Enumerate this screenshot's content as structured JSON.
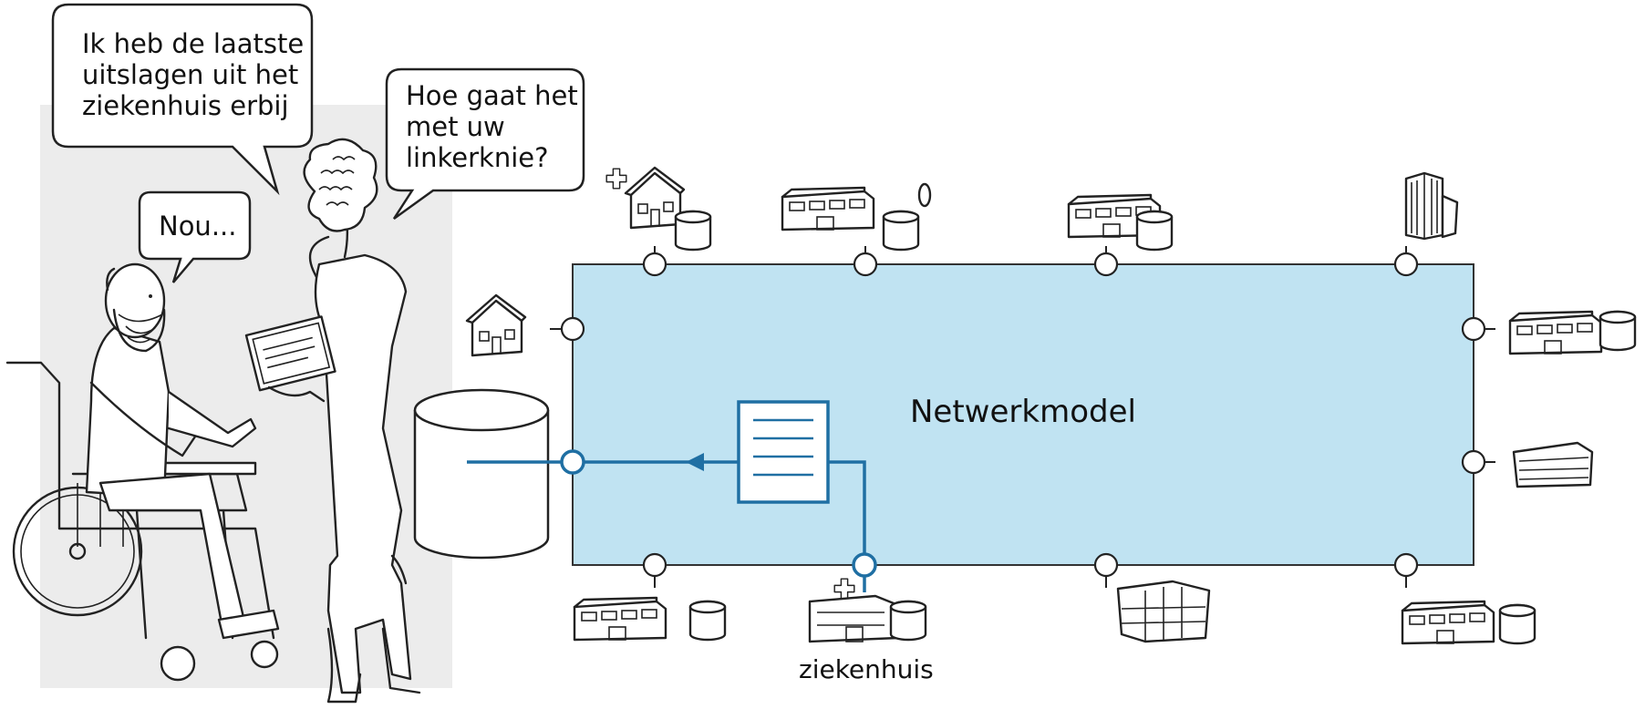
{
  "speech": {
    "patient_lines": [
      "Nou..."
    ],
    "relative_lines": [
      "Ik heb de laatste",
      "uitslagen uit het",
      "ziekenhuis erbij"
    ],
    "doctor_lines": [
      "Hoe gaat het",
      "met uw",
      "linkerknie?"
    ]
  },
  "network": {
    "title": "Netwerkmodel",
    "hospital_label": "ziekenhuis"
  },
  "colors": {
    "network_fill": "#c0e3f2",
    "flow_blue": "#1f6fa3",
    "room_gray": "#ececec"
  }
}
